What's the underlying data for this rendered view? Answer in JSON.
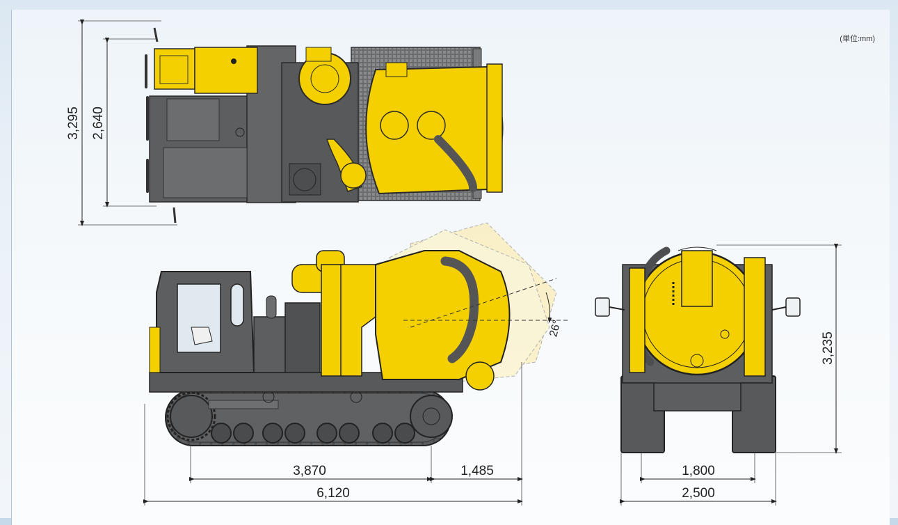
{
  "unit_label": "(単位:mm)",
  "dimensions": {
    "top_overall_width": "3,295",
    "top_track_width": "2,640",
    "side_tumbler_distance": "3,870",
    "side_rear_overhang": "1,485",
    "side_overall_length": "6,120",
    "dump_angle": "26°",
    "rear_height": "3,235",
    "rear_track_gauge": "1,800",
    "rear_overall_width": "2,500"
  },
  "colors": {
    "body_yellow": "#f5d000",
    "body_gray": "#5d5e60",
    "track_gray": "#48494b",
    "background": "#eef4f9"
  }
}
